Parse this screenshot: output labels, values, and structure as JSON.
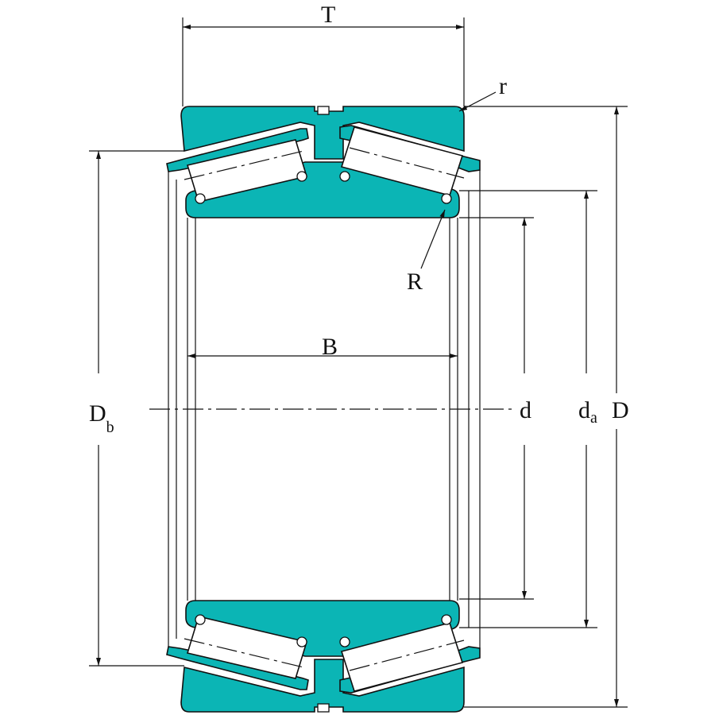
{
  "colors": {
    "part_fill": "#0bb5b5",
    "line": "#111111",
    "background": "#ffffff"
  },
  "labels": {
    "T": "T",
    "r": "r",
    "R": "R",
    "B": "B",
    "d": "d",
    "da": {
      "main": "d",
      "sub": "a"
    },
    "D": "D",
    "Db": {
      "main": "D",
      "sub": "b"
    }
  }
}
